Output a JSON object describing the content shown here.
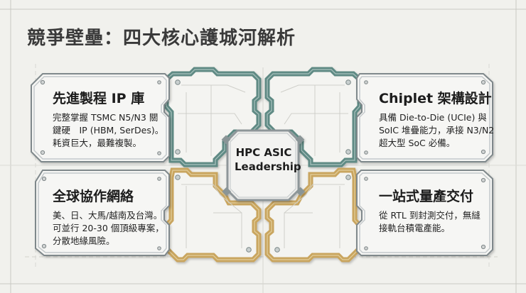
{
  "title": "競爭壁壘：四大核心護城河解析",
  "hub": {
    "line1": "HPC ASIC",
    "line2": "Leadership"
  },
  "cards": [
    {
      "id": "ip-library",
      "title": "先進製程 IP 庫",
      "lines": [
        "完整掌握 TSMC N5/N3 關",
        "鍵硬　IP (HBM, SerDes)。",
        "耗資巨大，最難複製。"
      ],
      "accent": "#5f8a84"
    },
    {
      "id": "chiplet",
      "title": "Chiplet 架構設計",
      "lines": [
        "具備 Die-to-Die (UCIe) 與",
        "SoIC 堆疊能力，承接 N3/N2",
        "超大型 SoC 必備。"
      ],
      "accent": "#5f8a84"
    },
    {
      "id": "global-network",
      "title": "全球協作網絡",
      "lines": [
        "美、日、大馬/越南及台灣。",
        "可並行 20-30 個頂級專案，",
        "分散地緣風險。"
      ],
      "accent": "#c9a55f"
    },
    {
      "id": "turnkey",
      "title": "一站式量產交付",
      "lines": [
        "從 RTL 到封測交付，無縫",
        "接軌台積電產能。"
      ],
      "accent": "#c9a55f"
    }
  ],
  "colors": {
    "background": "#f1f1ed",
    "teal": "#5f8a84",
    "gold": "#c9a55f",
    "card_fill": "#f6f6f4",
    "frame_gray": "#9aa3a6"
  }
}
